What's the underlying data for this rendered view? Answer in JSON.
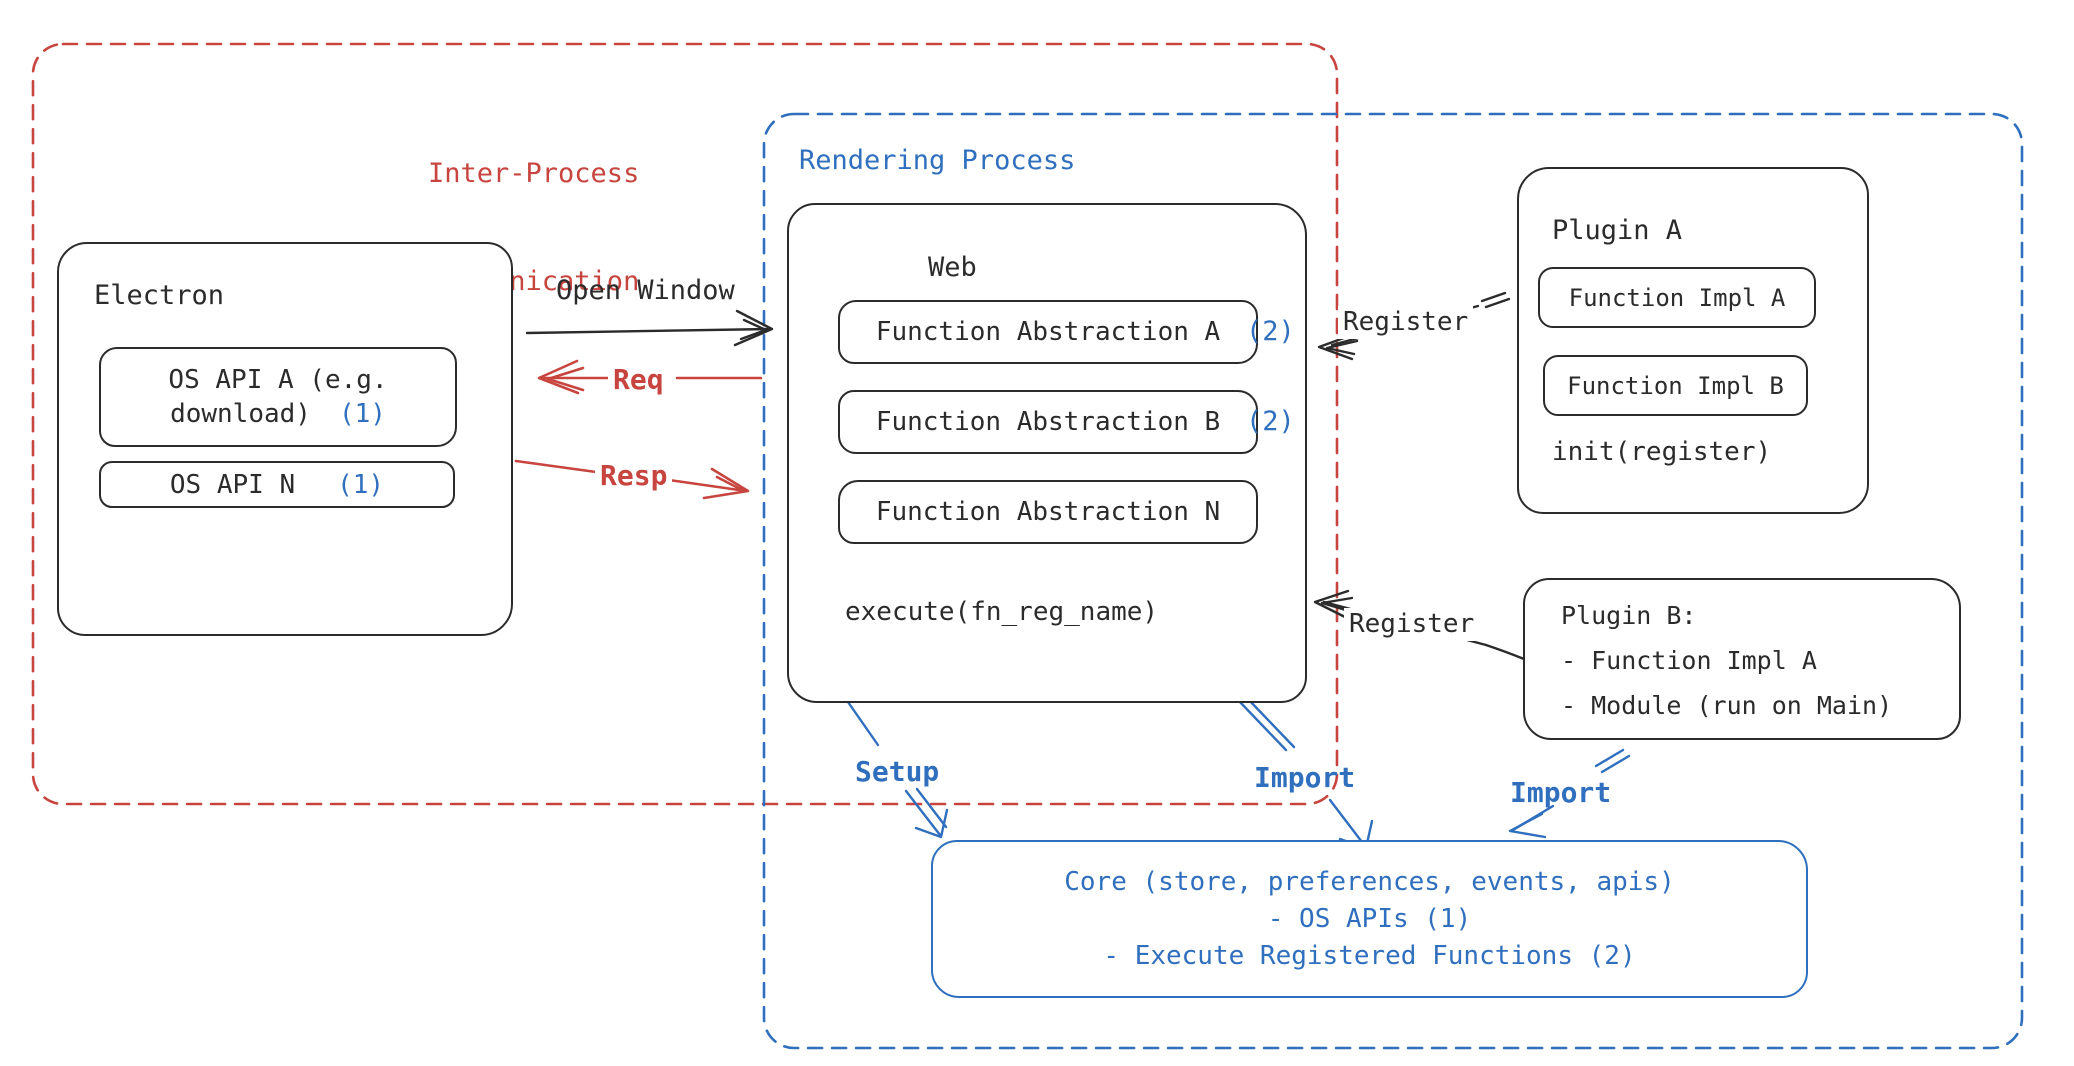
{
  "colors": {
    "red": "#c8453f",
    "blue": "#2f6fbe",
    "ink": "#2b2b2b",
    "background": "#ffffff"
  },
  "ipc": {
    "line1": "Inter-Process",
    "line2": "Communication"
  },
  "rendering": {
    "title": "Rendering Process"
  },
  "electron": {
    "title": "Electron",
    "os_api_a": {
      "line1": "OS API A (e.g.",
      "line2": "download)",
      "marker": "(1)"
    },
    "os_api_n": {
      "label": "OS API N",
      "marker": "(1)"
    }
  },
  "web": {
    "title": "Web",
    "fa_a": {
      "label": "Function Abstraction A",
      "marker": "(2)"
    },
    "fa_b": {
      "label": "Function Abstraction B",
      "marker": "(2)"
    },
    "fa_n": {
      "label": "Function Abstraction N"
    },
    "execute_label": "execute(fn_reg_name)"
  },
  "plugin_a": {
    "title": "Plugin A",
    "impl_a": "Function Impl A",
    "impl_b": "Function Impl B",
    "init_label": "init(register)"
  },
  "plugin_b": {
    "line1": "Plugin B:",
    "line2": "- Function Impl A",
    "line3": "- Module (run on Main)"
  },
  "core": {
    "line1": "Core (store, preferences, events, apis)",
    "line2": "- OS APIs (1)",
    "line3": "- Execute Registered Functions (2)"
  },
  "arrows": {
    "open_window": "Open Window",
    "req": "Req",
    "resp": "Resp",
    "register_top": "Register",
    "register_bottom": "Register",
    "setup": "Setup",
    "import_mid": "Import",
    "import_right": "Import"
  }
}
